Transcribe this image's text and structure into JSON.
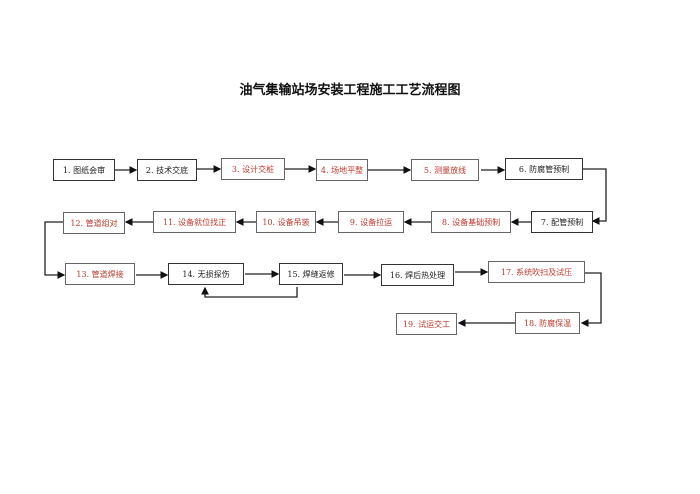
{
  "title": "油气集输站场安装工程施工工艺流程图",
  "steps": [
    {
      "label": "1. 图纸会审",
      "highlight": false
    },
    {
      "label": "2. 技术交底",
      "highlight": false
    },
    {
      "label": "3. 设计交桩",
      "highlight": true
    },
    {
      "label": "4. 场地平整",
      "highlight": true
    },
    {
      "label": "5. 测量放线",
      "highlight": true
    },
    {
      "label": "6. 防腐管预制",
      "highlight": false
    },
    {
      "label": "7. 配管预制",
      "highlight": false
    },
    {
      "label": "8. 设备基础预制",
      "highlight": true
    },
    {
      "label": "9. 设备拉运",
      "highlight": true
    },
    {
      "label": "10. 设备吊装",
      "highlight": true
    },
    {
      "label": "11. 设备就位找正",
      "highlight": true
    },
    {
      "label": "12. 管道组对",
      "highlight": true
    },
    {
      "label": "13. 管道焊接",
      "highlight": true
    },
    {
      "label": "14. 无损探伤",
      "highlight": false
    },
    {
      "label": "15. 焊缝返修",
      "highlight": false
    },
    {
      "label": "16. 焊后热处理",
      "highlight": false
    },
    {
      "label": "17. 系统吹扫及试压",
      "highlight": true
    },
    {
      "label": "18. 防腐保温",
      "highlight": true
    },
    {
      "label": "19. 试运交工",
      "highlight": true
    }
  ],
  "colors": {
    "highlight_text": "#c0392b",
    "normal_text": "#222222"
  }
}
